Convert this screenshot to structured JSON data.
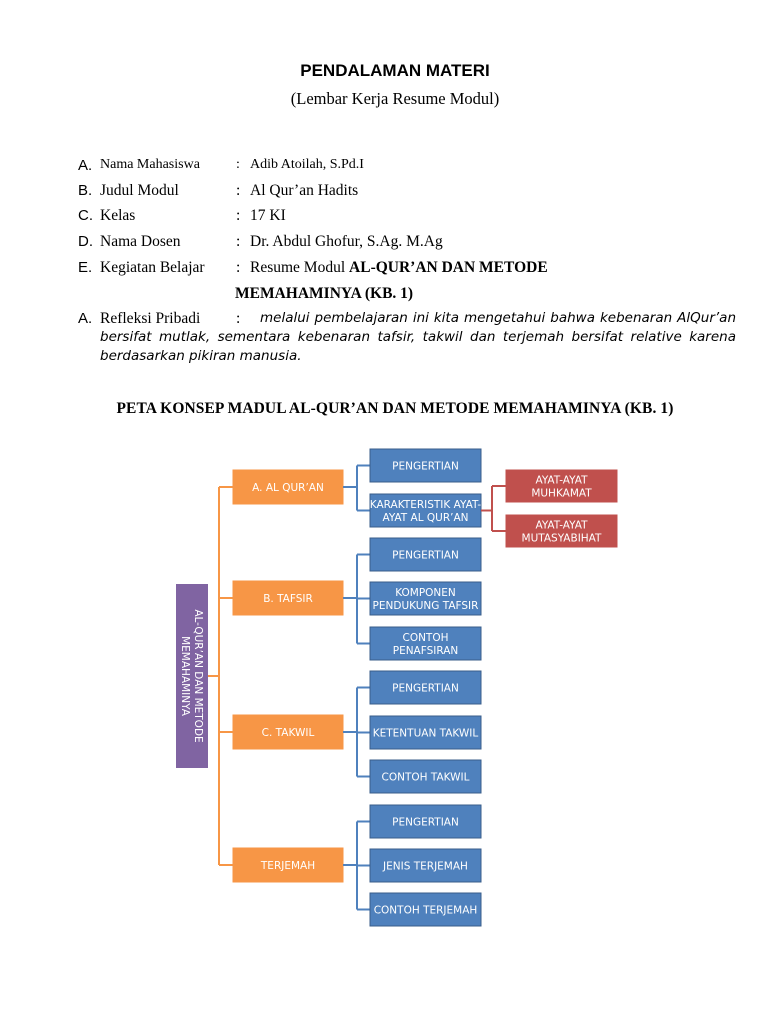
{
  "header": {
    "title": "PENDALAMAN MATERI",
    "subtitle": "(Lembar Kerja Resume Modul)"
  },
  "info_rows": [
    {
      "letter": "A.",
      "label": "Nama Mahasiswa",
      "colon": ":",
      "value": "Adib Atoilah, S.Pd.I"
    },
    {
      "letter": "B.",
      "label": "Judul Modul",
      "colon": ":",
      "value": "Al Qur’an Hadits"
    },
    {
      "letter": "C.",
      "label": "Kelas",
      "colon": ":",
      "value": "17 KI"
    },
    {
      "letter": "D.",
      "label": "Nama Dosen",
      "colon": ":",
      "value": "Dr. Abdul Ghofur, S.Ag. M.Ag"
    },
    {
      "letter": "E.",
      "label": "Kegiatan Belajar",
      "colon": ":",
      "value_prefix": "Resume Modul ",
      "value_bold": "AL-QUR’AN DAN METODE",
      "value_cont": "MEMAHAMINYA (KB. 1)"
    }
  ],
  "reflection": {
    "letter": "A.",
    "label": "Refleksi Pribadi",
    "colon": ":",
    "text": "melalui pembelajaran ini kita mengetahui bahwa kebenaran AlQur’an bersifat mutlak, sementara kebenaran tafsir, takwil dan terjemah bersifat relative karena berdasarkan pikiran manusia."
  },
  "concept_map": {
    "title": "PETA KONSEP MADUL AL-QUR’AN DAN METODE MEMAHAMINYA  (KB. 1)",
    "root": [
      "AL-QUR’AN DAN METODE",
      "MEMAHAMINYA"
    ],
    "branches": [
      {
        "label": "A.  AL QUR’AN",
        "children": [
          {
            "label": [
              "PENGERTIAN"
            ]
          },
          {
            "label": [
              "KARAKTERISTIK AYAT-",
              "AYAT AL QUR’AN"
            ],
            "children": [
              {
                "label": [
                  "AYAT-AYAT",
                  "MUHKAMAT"
                ]
              },
              {
                "label": [
                  "AYAT-AYAT",
                  "MUTASYABIHAT"
                ]
              }
            ]
          }
        ]
      },
      {
        "label": "B.  TAFSIR",
        "children": [
          {
            "label": [
              "PENGERTIAN"
            ]
          },
          {
            "label": [
              "KOMPONEN",
              "PENDUKUNG TAFSIR"
            ]
          },
          {
            "label": [
              "CONTOH",
              "PENAFSIRAN"
            ]
          }
        ]
      },
      {
        "label": "C.  TAKWIL",
        "children": [
          {
            "label": [
              "PENGERTIAN"
            ]
          },
          {
            "label": [
              "KETENTUAN TAKWIL"
            ]
          },
          {
            "label": [
              "CONTOH TAKWIL"
            ]
          }
        ]
      },
      {
        "label": "TERJEMAH",
        "children": [
          {
            "label": [
              "PENGERTIAN"
            ]
          },
          {
            "label": [
              "JENIS TERJEMAH"
            ]
          },
          {
            "label": [
              "CONTOH TERJEMAH"
            ]
          }
        ]
      }
    ],
    "colors": {
      "root": "#8064a2",
      "branch": "#f79646",
      "leaf": "#4f81bd",
      "leaf_border": "#385d8a",
      "sub": "#c0504d",
      "connector": "#f79646",
      "connector_blue": "#4f81bd",
      "connector_red": "#c0504d"
    }
  }
}
